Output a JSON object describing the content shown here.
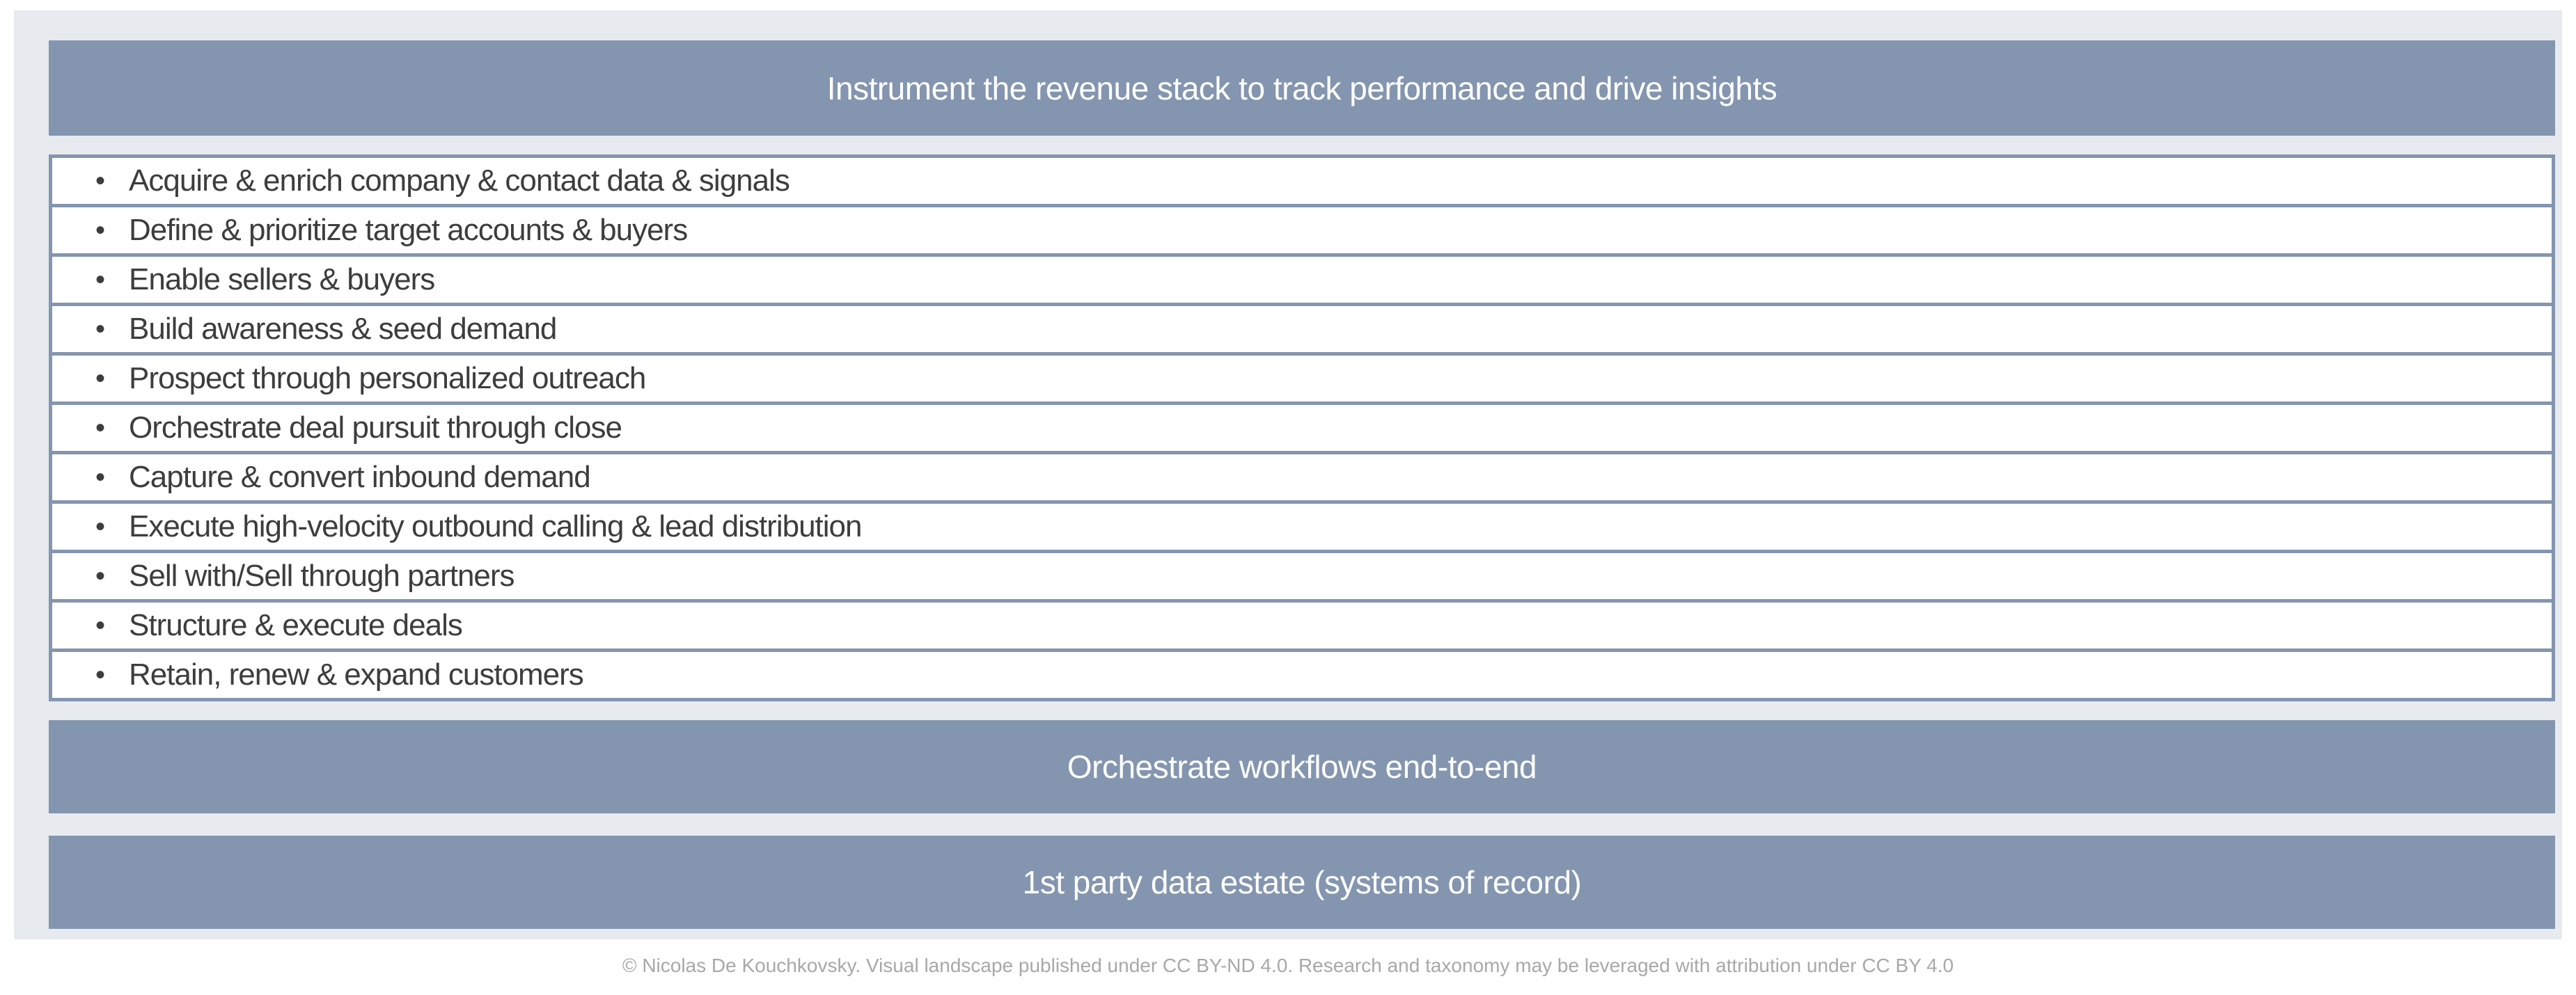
{
  "header": {
    "title": "Instrument the revenue stack to track performance and drive insights"
  },
  "list": {
    "bullet_glyph": "•",
    "items": [
      {
        "label": "Acquire & enrich company & contact data & signals"
      },
      {
        "label": "Define & prioritize target accounts & buyers"
      },
      {
        "label": "Enable sellers & buyers"
      },
      {
        "label": "Build awareness & seed demand"
      },
      {
        "label": "Prospect through personalized outreach"
      },
      {
        "label": "Orchestrate deal pursuit through close"
      },
      {
        "label": "Capture & convert inbound demand"
      },
      {
        "label": "Execute high-velocity outbound calling & lead distribution"
      },
      {
        "label": "Sell with/Sell through partners"
      },
      {
        "label": "Structure & execute deals"
      },
      {
        "label": "Retain, renew & expand customers"
      }
    ]
  },
  "bars": {
    "workflows": "Orchestrate workflows end-to-end",
    "data_estate": "1st party data estate (systems of record)"
  },
  "footer": {
    "text": "© Nicolas De Kouchkovsky. Visual landscape published under CC BY-ND 4.0. Research and taxonomy may be leveraged with attribution under CC BY 4.0"
  },
  "colors": {
    "slate_bar": "#8495AF",
    "panel_background": "#E7EBF0",
    "row_background": "#FFFFFF",
    "row_text": "#3D3D3D",
    "bar_text": "#FFFFFF",
    "footer_text": "#A8A8A8",
    "page_background": "#FFFFFF"
  }
}
